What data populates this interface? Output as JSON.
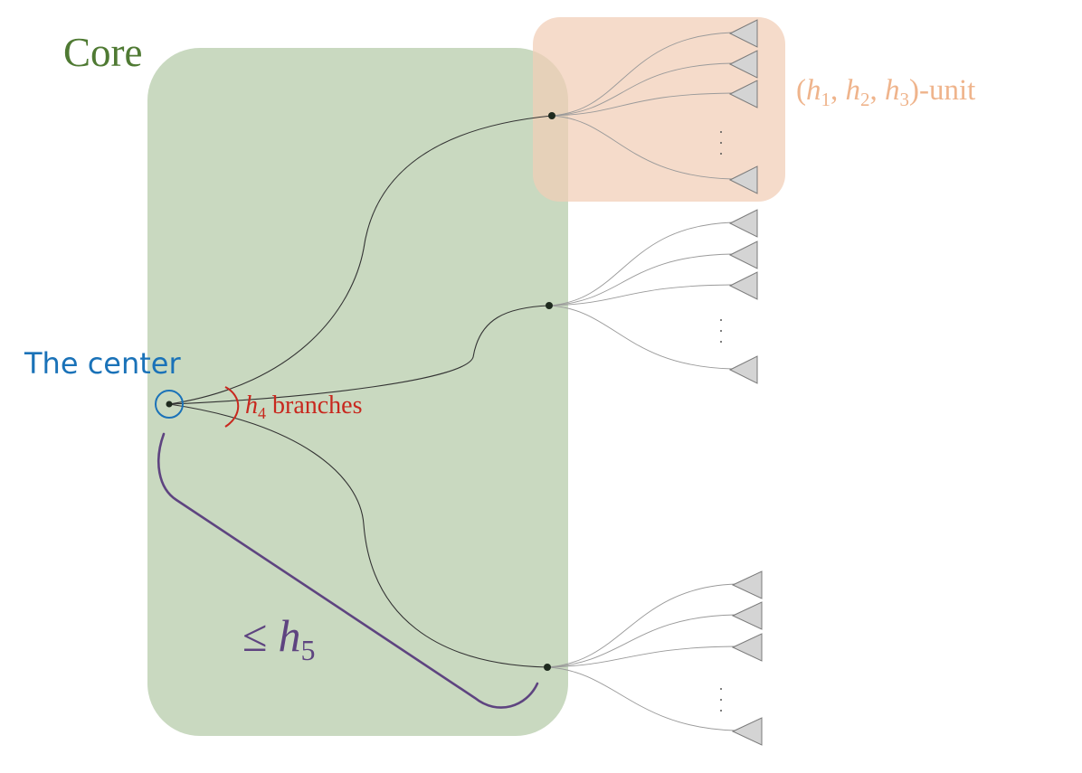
{
  "labels": {
    "core": "Core",
    "center": "The center",
    "branches_var": "h",
    "branches_sub": "4",
    "branches_text": " branches",
    "unit_open": "(",
    "unit_h": "h",
    "unit_sub1": "1",
    "unit_sub2": "2",
    "unit_sub3": "3",
    "unit_comma": ", ",
    "unit_close": ")",
    "unit_suffix": "-unit",
    "bound_leq": "≤",
    "bound_var": "h",
    "bound_sub": "5",
    "ellipsis": "⋮"
  },
  "colors": {
    "core_fill": "#c9d9c0",
    "core_text": "#4f7a33",
    "unit_fill": "#f4d6c3",
    "unit_text": "#efb48c",
    "center_color": "#1a72b8",
    "branch_color": "#c8281e",
    "bound_color": "#5e4480"
  },
  "structure": {
    "hubs": [
      "hub-top",
      "hub-middle",
      "hub-bottom"
    ],
    "visible_leaves_per_hub": 4,
    "has_ellipsis_between_leaves": true
  }
}
